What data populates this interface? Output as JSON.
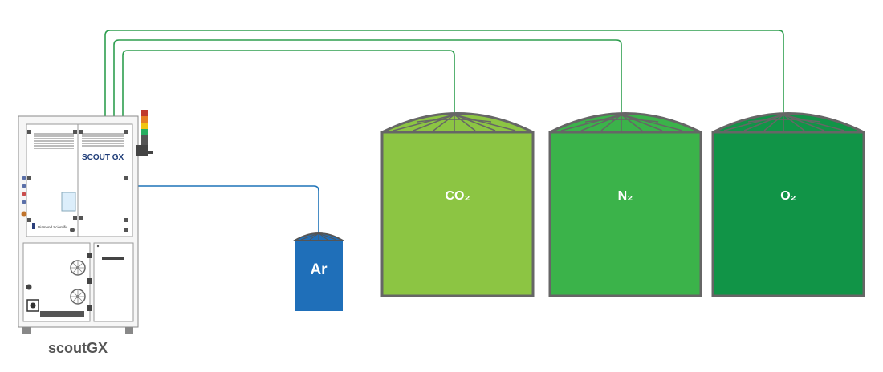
{
  "machine": {
    "caption": "scoutGX",
    "logo_text": "SCOUT GX",
    "brand_text": "Diamond Scientific"
  },
  "colors": {
    "pipe_green": "#2e9e4f",
    "pipe_blue": "#1e73b8",
    "outline": "#666666",
    "co2_fill": "#8cc543",
    "n2_fill": "#3bb34a",
    "o2_fill": "#119447",
    "ar_fill": "#1f6fb9"
  },
  "tanks": {
    "ar": {
      "label": "Ar"
    },
    "co2": {
      "label": "CO₂"
    },
    "n2": {
      "label": "N₂"
    },
    "o2": {
      "label": "O₂"
    }
  }
}
